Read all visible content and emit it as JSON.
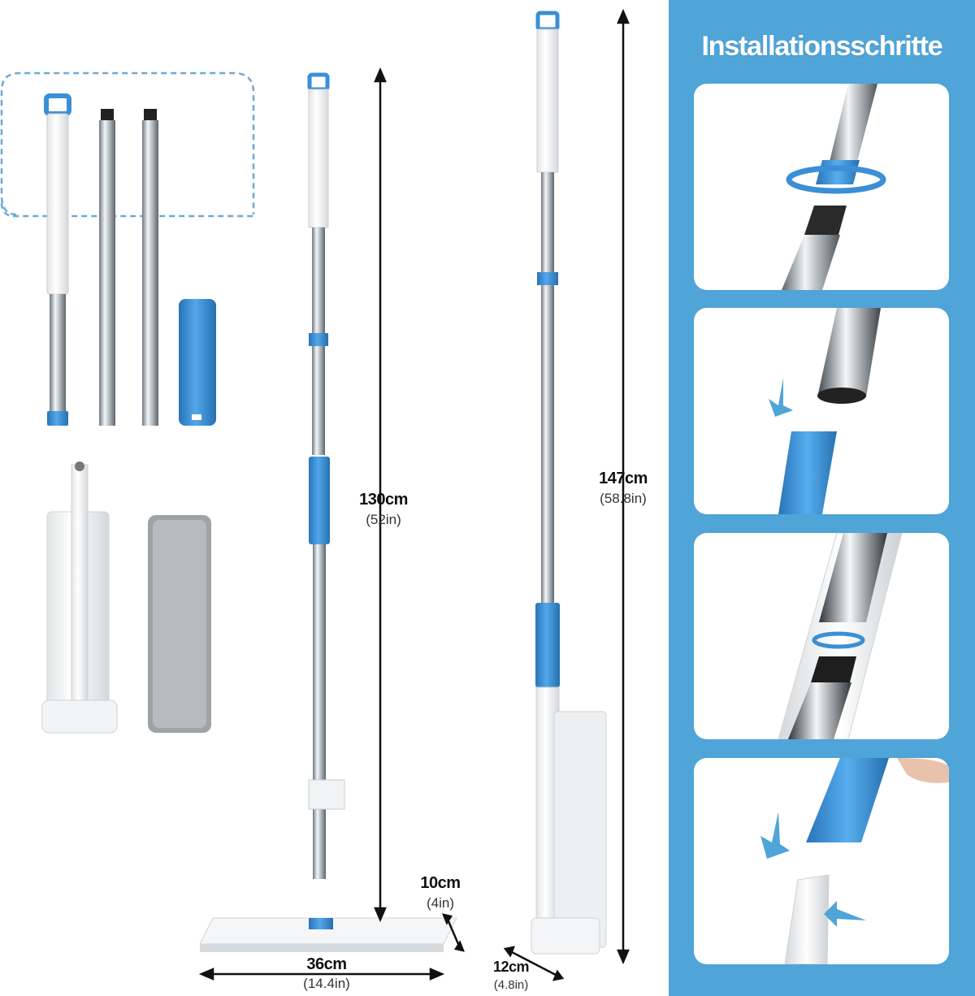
{
  "panel": {
    "title": "Installationsschritte",
    "background_color": "#4fa4d8",
    "steps": [
      {
        "icon": "rotate-connect-icon"
      },
      {
        "icon": "insert-down-arrow-icon"
      },
      {
        "icon": "screw-rotate-icon"
      },
      {
        "icon": "press-button-arrow-icon"
      }
    ]
  },
  "dimensions": {
    "height_short": {
      "main": "130cm",
      "sub": "(52in)"
    },
    "height_long": {
      "main": "147cm",
      "sub": "(58.8in)"
    },
    "head_depth": {
      "main": "10cm",
      "sub": "(4in)"
    },
    "head_width": {
      "main": "36cm",
      "sub": "(14.4in)"
    },
    "folded_depth": {
      "main": "12cm",
      "sub": "(4.8in)"
    }
  },
  "colors": {
    "accent_blue": "#3a8fd6",
    "frame_dash": "#6aa9d8",
    "steel": "#9aa3ab"
  }
}
